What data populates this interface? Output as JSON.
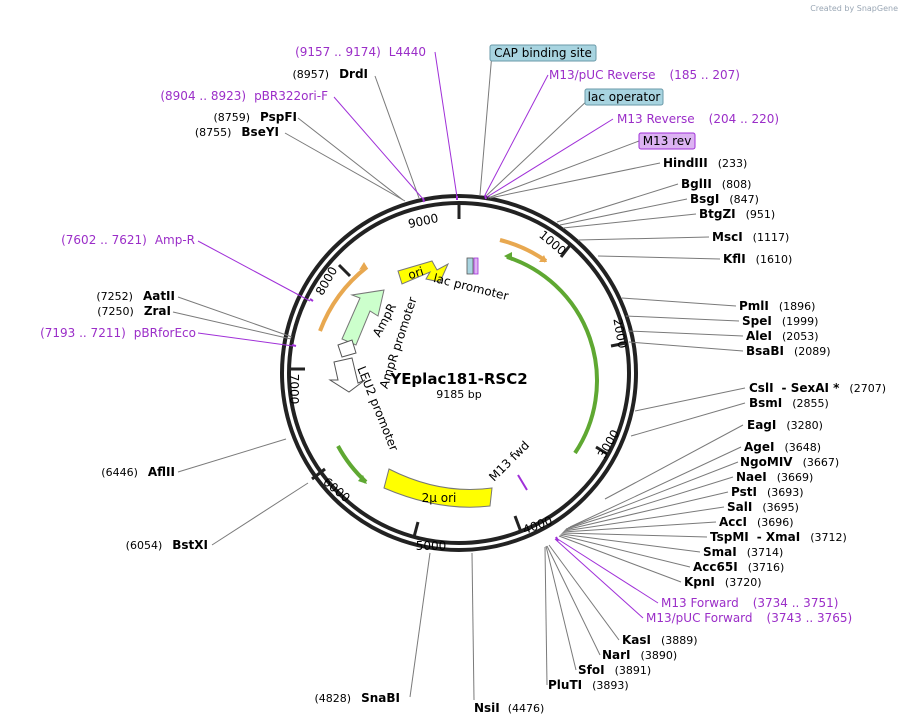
{
  "credit": {
    "text": "Created by SnapGene"
  },
  "plasmid": {
    "name": "YEplac181-RSC2",
    "size_label": "9185 bp"
  },
  "colors": {
    "primer": "#9b2ec8",
    "feature_box_blue": "#a8d4e0",
    "feature_box_purple": "#dcb3f2",
    "ori_yellow": "#ffff00",
    "ampr_green": "#ccffcc",
    "arc_orange": "#e8a850",
    "arc_green": "#5fa832",
    "backbone": "#222222"
  },
  "ticks": [
    "1000",
    "2000",
    "3000",
    "4000",
    "5000",
    "6000",
    "7000",
    "8000",
    "9000"
  ],
  "features": {
    "ori": "ori",
    "two_mu_ori": "2µ ori",
    "ampr": "AmpR",
    "ampr_promoter": "AmpR promoter",
    "leu2_promoter": "LEU2 promoter",
    "lac_promoter": "lac promoter",
    "m13_fwd": "M13 fwd"
  },
  "site_labels": [
    {
      "name": "L4440",
      "range": "(9157 .. 9174)",
      "kind": "primer"
    },
    {
      "name": "DrdI",
      "pos": "(8957)",
      "kind": "enzyme"
    },
    {
      "name": "pBR322ori-F",
      "range": "(8904 .. 8923)",
      "kind": "primer"
    },
    {
      "name": "PspFI",
      "pos": "(8759)",
      "kind": "enzyme"
    },
    {
      "name": "BseYI",
      "pos": "(8755)",
      "kind": "enzyme"
    },
    {
      "name": "Amp-R",
      "range": "(7602 .. 7621)",
      "kind": "primer"
    },
    {
      "name": "AatII",
      "pos": "(7252)",
      "kind": "enzyme"
    },
    {
      "name": "ZraI",
      "pos": "(7250)",
      "kind": "enzyme"
    },
    {
      "name": "pBRforEco",
      "range": "(7193 .. 7211)",
      "kind": "primer"
    },
    {
      "name": "AflII",
      "pos": "(6446)",
      "kind": "enzyme"
    },
    {
      "name": "BstXI",
      "pos": "(6054)",
      "kind": "enzyme"
    },
    {
      "name": "SnaBI",
      "pos": "(4828)",
      "kind": "enzyme"
    },
    {
      "name": "NsiI",
      "pos": "(4476)",
      "kind": "enzyme"
    },
    {
      "name": "CAP binding site",
      "kind": "boxed-blue"
    },
    {
      "name": "M13/pUC Reverse",
      "range": "(185 .. 207)",
      "kind": "primer"
    },
    {
      "name": "lac operator",
      "kind": "boxed-blue"
    },
    {
      "name": "M13 Reverse",
      "range": "(204 .. 220)",
      "kind": "primer"
    },
    {
      "name": "M13 rev",
      "kind": "boxed-purple"
    },
    {
      "name": "HindIII",
      "pos": "(233)",
      "kind": "enzyme"
    },
    {
      "name": "BglII",
      "pos": "(808)",
      "kind": "enzyme"
    },
    {
      "name": "BsgI",
      "pos": "(847)",
      "kind": "enzyme"
    },
    {
      "name": "BtgZI",
      "pos": "(951)",
      "kind": "enzyme"
    },
    {
      "name": "MscI",
      "pos": "(1117)",
      "kind": "enzyme"
    },
    {
      "name": "KflI",
      "pos": "(1610)",
      "kind": "enzyme"
    },
    {
      "name": "PmlI",
      "pos": "(1896)",
      "kind": "enzyme"
    },
    {
      "name": "SpeI",
      "pos": "(1999)",
      "kind": "enzyme"
    },
    {
      "name": "AleI",
      "pos": "(2053)",
      "kind": "enzyme"
    },
    {
      "name": "BsaBI",
      "pos": "(2089)",
      "kind": "enzyme"
    },
    {
      "name": "CslI",
      "pos": "",
      "kind": "enzyme"
    },
    {
      "name": "- SexAI *",
      "pos": "(2707)",
      "kind": "enzyme"
    },
    {
      "name": "BsmI",
      "pos": "(2855)",
      "kind": "enzyme"
    },
    {
      "name": "EagI",
      "pos": "(3280)",
      "kind": "enzyme"
    },
    {
      "name": "AgeI",
      "pos": "(3648)",
      "kind": "enzyme"
    },
    {
      "name": "NgoMIV",
      "pos": "(3667)",
      "kind": "enzyme"
    },
    {
      "name": "NaeI",
      "pos": "(3669)",
      "kind": "enzyme"
    },
    {
      "name": "PstI",
      "pos": "(3693)",
      "kind": "enzyme"
    },
    {
      "name": "SalI",
      "pos": "(3695)",
      "kind": "enzyme"
    },
    {
      "name": "AccI",
      "pos": "(3696)",
      "kind": "enzyme"
    },
    {
      "name": "TspMI",
      "pos": "",
      "kind": "enzyme"
    },
    {
      "name": "- XmaI",
      "pos": "(3712)",
      "kind": "enzyme"
    },
    {
      "name": "SmaI",
      "pos": "(3714)",
      "kind": "enzyme"
    },
    {
      "name": "Acc65I",
      "pos": "(3716)",
      "kind": "enzyme"
    },
    {
      "name": "KpnI",
      "pos": "(3720)",
      "kind": "enzyme"
    },
    {
      "name": "M13 Forward",
      "range": "(3734 .. 3751)",
      "kind": "primer"
    },
    {
      "name": "M13/pUC Forward",
      "range": "(3743 .. 3765)",
      "kind": "primer"
    },
    {
      "name": "KasI",
      "pos": "(3889)",
      "kind": "enzyme"
    },
    {
      "name": "NarI",
      "pos": "(3890)",
      "kind": "enzyme"
    },
    {
      "name": "SfoI",
      "pos": "(3891)",
      "kind": "enzyme"
    },
    {
      "name": "PluTI",
      "pos": "(3893)",
      "kind": "enzyme"
    }
  ]
}
